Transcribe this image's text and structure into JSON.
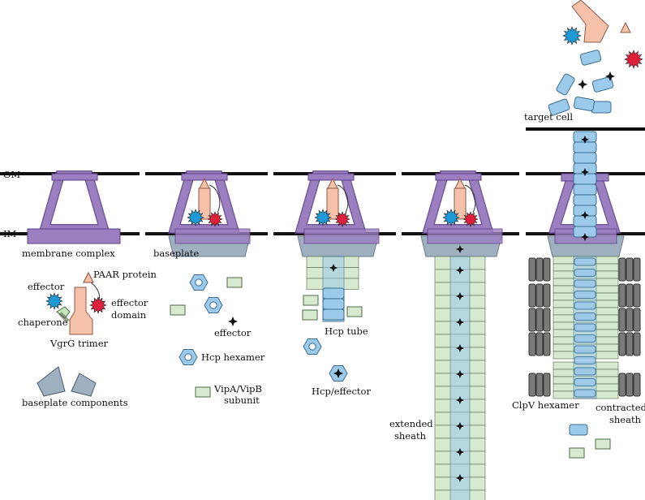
{
  "colors": {
    "membrane": "#111111",
    "purple": "#9b7fc1",
    "purple_stroke": "#5c3f8a",
    "baseplate": "#9fb1c1",
    "vgrg": "#f6c1a9",
    "effector_blue": "#1e9ad6",
    "effector_red": "#e0203a",
    "hcp": "#9ccaea",
    "hcp_stroke": "#3a6d90",
    "sheath": "#d7e9cf",
    "sheath_stroke": "#4f6a48",
    "clpv": "#7a7a7a",
    "chaperone": "#c8e6c0"
  },
  "labels": {
    "om": "OM",
    "im": "IM",
    "membrane_complex": "membrane complex",
    "paar_protein": "PAAR protein",
    "effector": "effector",
    "effector_domain_1": "effector",
    "effector_domain_2": "domain",
    "chaperone": "chaperone",
    "vgrg_trimer": "VgrG trimer",
    "baseplate_components": "baseplate components",
    "baseplate": "baseplate",
    "effector_free": "effector",
    "hcp_hexamer": "Hcp hexamer",
    "vipab_1": "VipA/VipB",
    "vipab_2": "subunit",
    "hcp_tube": "Hcp tube",
    "hcp_effector": "Hcp/effector",
    "extended_1": "extended",
    "extended_2": "sheath",
    "target_cell": "target cell",
    "clpv_hexamer": "ClpV hexamer",
    "contracted_1": "contracted",
    "contracted_2": "sheath"
  }
}
